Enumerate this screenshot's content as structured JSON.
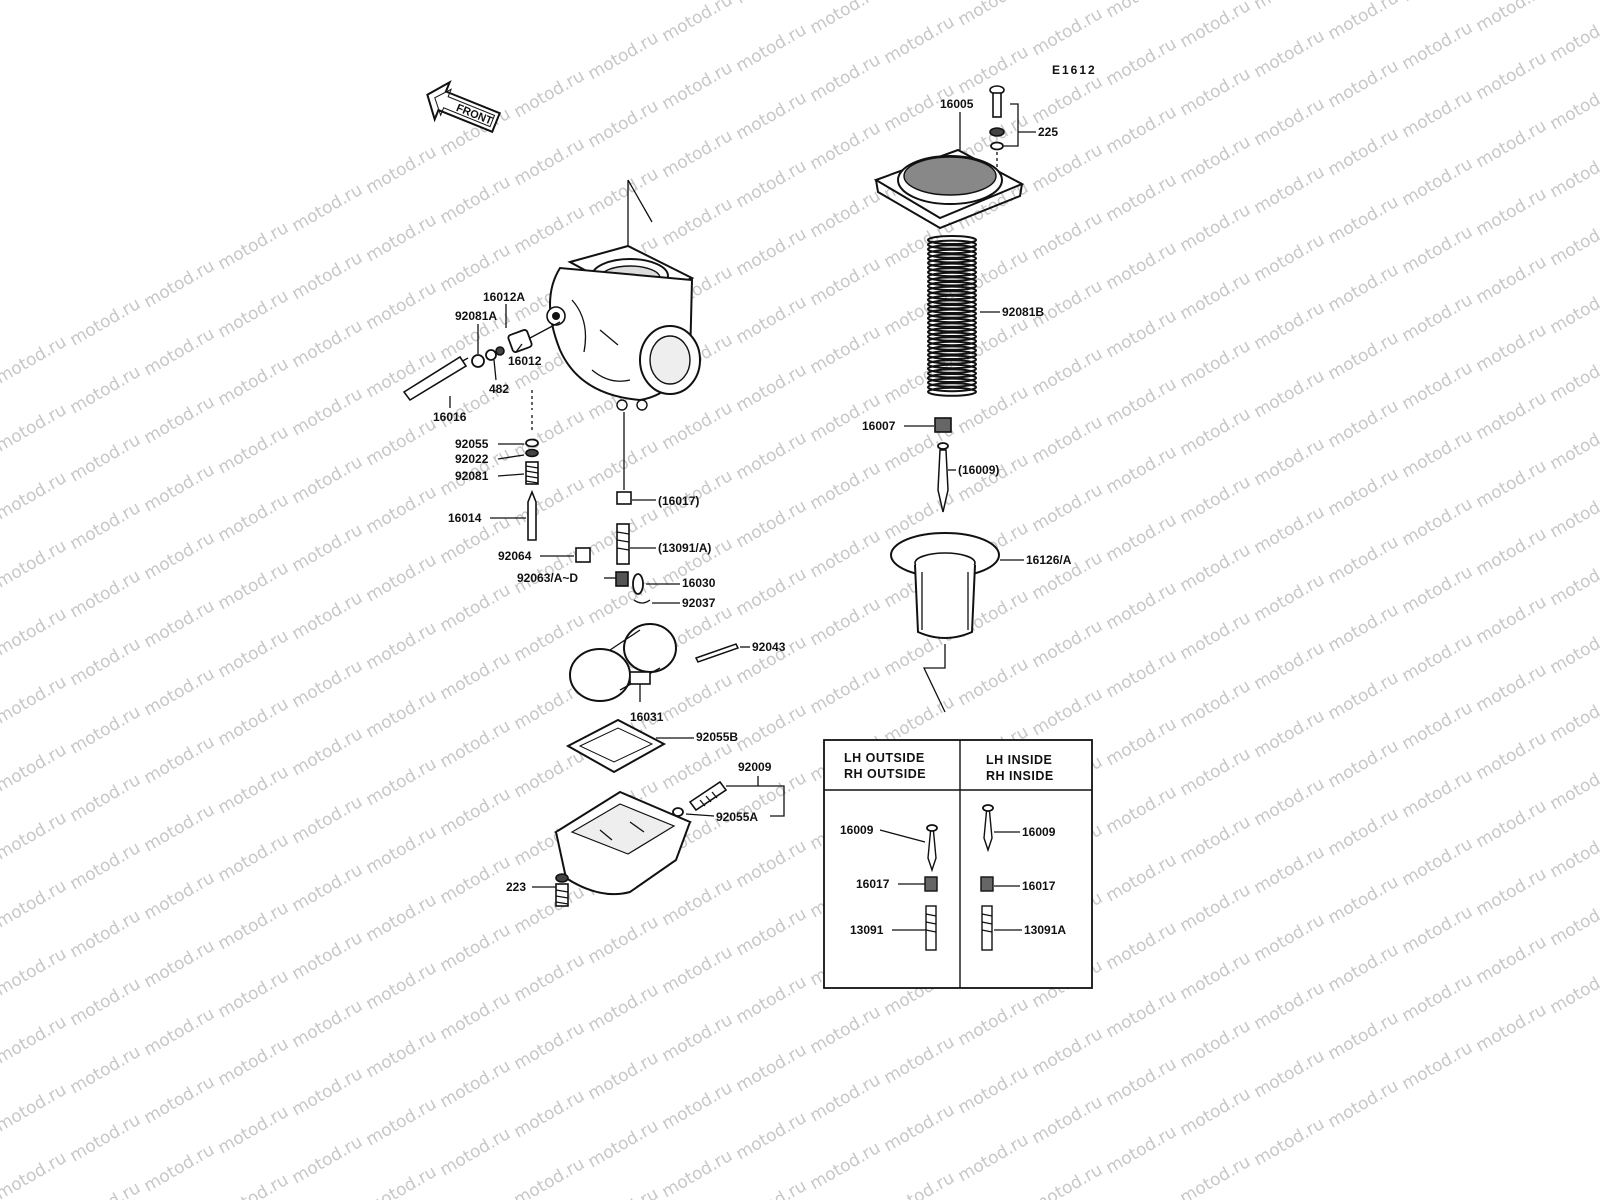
{
  "watermark": {
    "text": "motod.ru"
  },
  "diagram_code": "E1612",
  "front_arrow": "FRONT",
  "labels": {
    "p16005": "16005",
    "p225": "225",
    "p92081B": "92081B",
    "p16007": "16007",
    "p16009p": "(16009)",
    "p16126A": "16126/A",
    "p16012A": "16012A",
    "p92081A": "92081A",
    "p16012": "16012",
    "p482": "482",
    "p16016": "16016",
    "p92055": "92055",
    "p92022": "92022",
    "p92081": "92081",
    "p16014": "16014",
    "p16017p": "(16017)",
    "p13091Ap": "(13091/A)",
    "p92064": "92064",
    "p92063": "92063/A~D",
    "p16030": "16030",
    "p92037": "92037",
    "p92043": "92043",
    "p16031": "16031",
    "p92055B": "92055B",
    "p92009": "92009",
    "p92055A": "92055A",
    "p223": "223"
  },
  "variant_table": {
    "left_header": [
      "LH OUTSIDE",
      "RH OUTSIDE"
    ],
    "right_header": [
      "LH INSIDE",
      "RH INSIDE"
    ],
    "left_parts": [
      "16009",
      "16017",
      "13091"
    ],
    "right_parts": [
      "16009",
      "16017",
      "13091A"
    ]
  }
}
